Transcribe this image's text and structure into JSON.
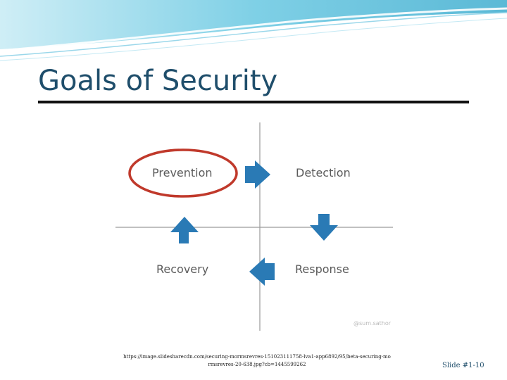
{
  "slide": {
    "title": "Goals of Security",
    "slide_number": "Slide #1-10",
    "source_url": "https://image.slidesharecdn.com/securing-mormsrevres-151023111758-lva1-app6892/95/beta-securing-mormsrevres-20-638.jpg?cb=1445599262"
  },
  "diagram": {
    "quadrants": {
      "top_left": "Prevention",
      "top_right": "Detection",
      "bottom_left": "Recovery",
      "bottom_right": "Response"
    },
    "highlighted": "Prevention",
    "watermark": "@sum.sathor",
    "colors": {
      "arrow": "#2a7ab5",
      "highlight_ring": "#c0392b",
      "axis": "#9a9a9a",
      "label": "#5b5b5b"
    },
    "arrows": [
      "right-arrow-icon",
      "down-arrow-icon",
      "left-arrow-icon",
      "up-arrow-icon"
    ]
  },
  "colors": {
    "title": "#1f4e6b",
    "header_wave": "#6cc3dd"
  }
}
